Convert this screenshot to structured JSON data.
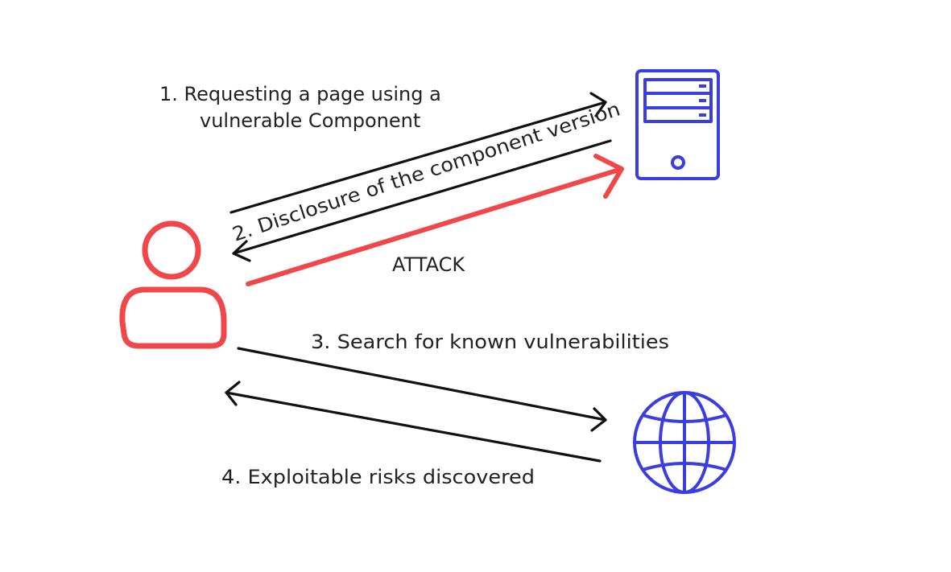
{
  "labels": {
    "step1_line1": "1. Requesting a page using a",
    "step1_line2": "vulnerable Component",
    "step2": "2. Disclosure of the component version",
    "attack": "ATTACK",
    "step3": "3. Search for known vulnerabilities",
    "step4": "4. Exploitable risks discovered"
  },
  "colors": {
    "attacker_icon": "#f0474a",
    "attack_arrow": "#f0474a",
    "server_icon": "#3a3ddf",
    "internet_icon": "#3a3ddf",
    "arrows": "#111111",
    "text": "#222222"
  },
  "icons": {
    "attacker": "user-icon",
    "server": "server-icon",
    "internet": "globe-icon"
  }
}
